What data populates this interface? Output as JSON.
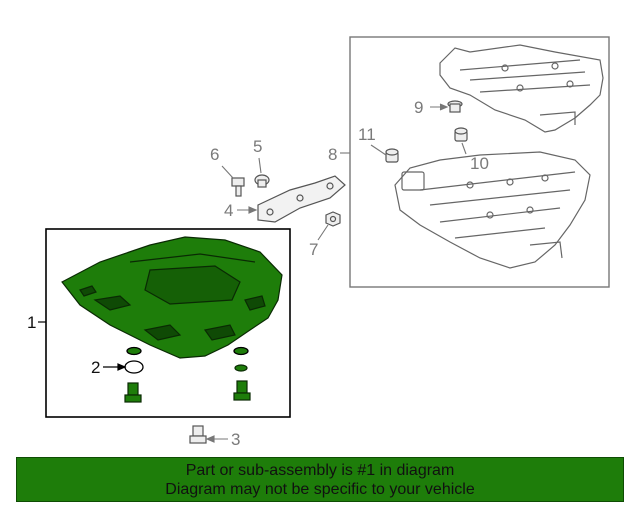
{
  "callouts": {
    "c1": "1",
    "c2": "2",
    "c3": "3",
    "c4": "4",
    "c5": "5",
    "c6": "6",
    "c7": "7",
    "c8": "8",
    "c9": "9",
    "c10": "10",
    "c11": "11"
  },
  "banner": {
    "line1": "Part or sub-assembly is #1 in diagram",
    "line2": "Diagram may not be specific to your vehicle"
  },
  "colors": {
    "highlight": "#1e7d0a",
    "part_fill": "#1e7d0a",
    "outline": "#444444"
  }
}
